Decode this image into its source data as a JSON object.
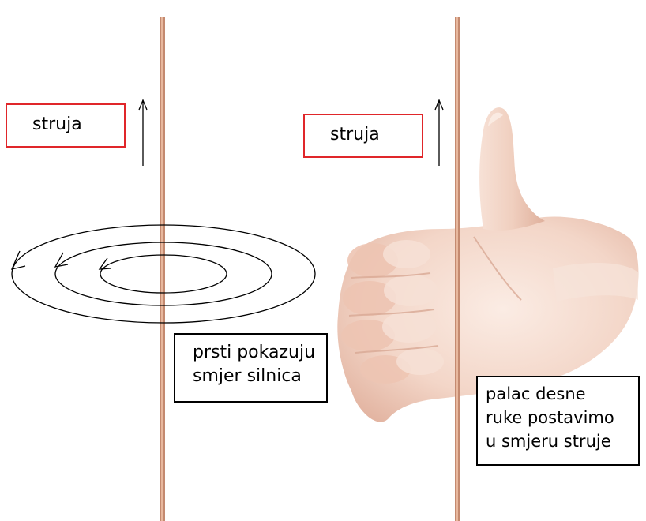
{
  "left_panel": {
    "current_label": "struja",
    "fingers_caption": [
      "prsti pokazuju",
      "smjer silnica"
    ]
  },
  "right_panel": {
    "current_label": "struja",
    "thumb_caption": [
      "palac desne",
      "ruke postavimo",
      "u smjeru struje"
    ]
  },
  "colors": {
    "wire": "#c48a70",
    "wire_highlight": "#e8b89e",
    "label_border_red": "#e0262a",
    "label_border_black": "#000000",
    "field_lines": "#000000",
    "hand_skin": "#f3d6c8",
    "hand_shadow": "#d9a995"
  },
  "icons": {
    "current_arrow": "up-arrow",
    "field_lines": "concentric-elliptical-field-lines-with-arrowheads",
    "hand": "right-hand-thumbs-up"
  }
}
